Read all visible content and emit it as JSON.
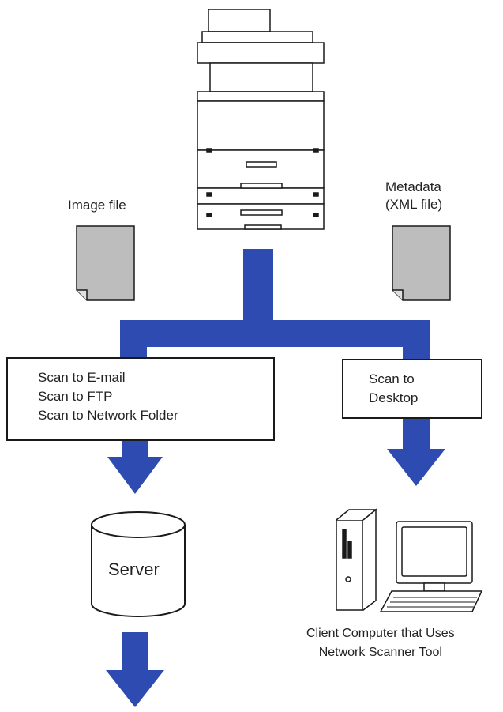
{
  "labels": {
    "image_file": "Image file",
    "metadata_line1": "Metadata",
    "metadata_line2": "(XML file)",
    "server": "Server",
    "client_line1": "Client Computer that Uses",
    "client_line2": "Network Scanner Tool"
  },
  "left_box": {
    "lines": [
      "Scan to E-mail",
      "Scan to FTP",
      "Scan to Network Folder"
    ]
  },
  "right_box": {
    "lines": [
      "Scan to",
      "Desktop"
    ]
  },
  "colors": {
    "arrow": "#2d4bb0",
    "document_fill": "#bdbdbd",
    "outline": "#1a1a1a"
  }
}
